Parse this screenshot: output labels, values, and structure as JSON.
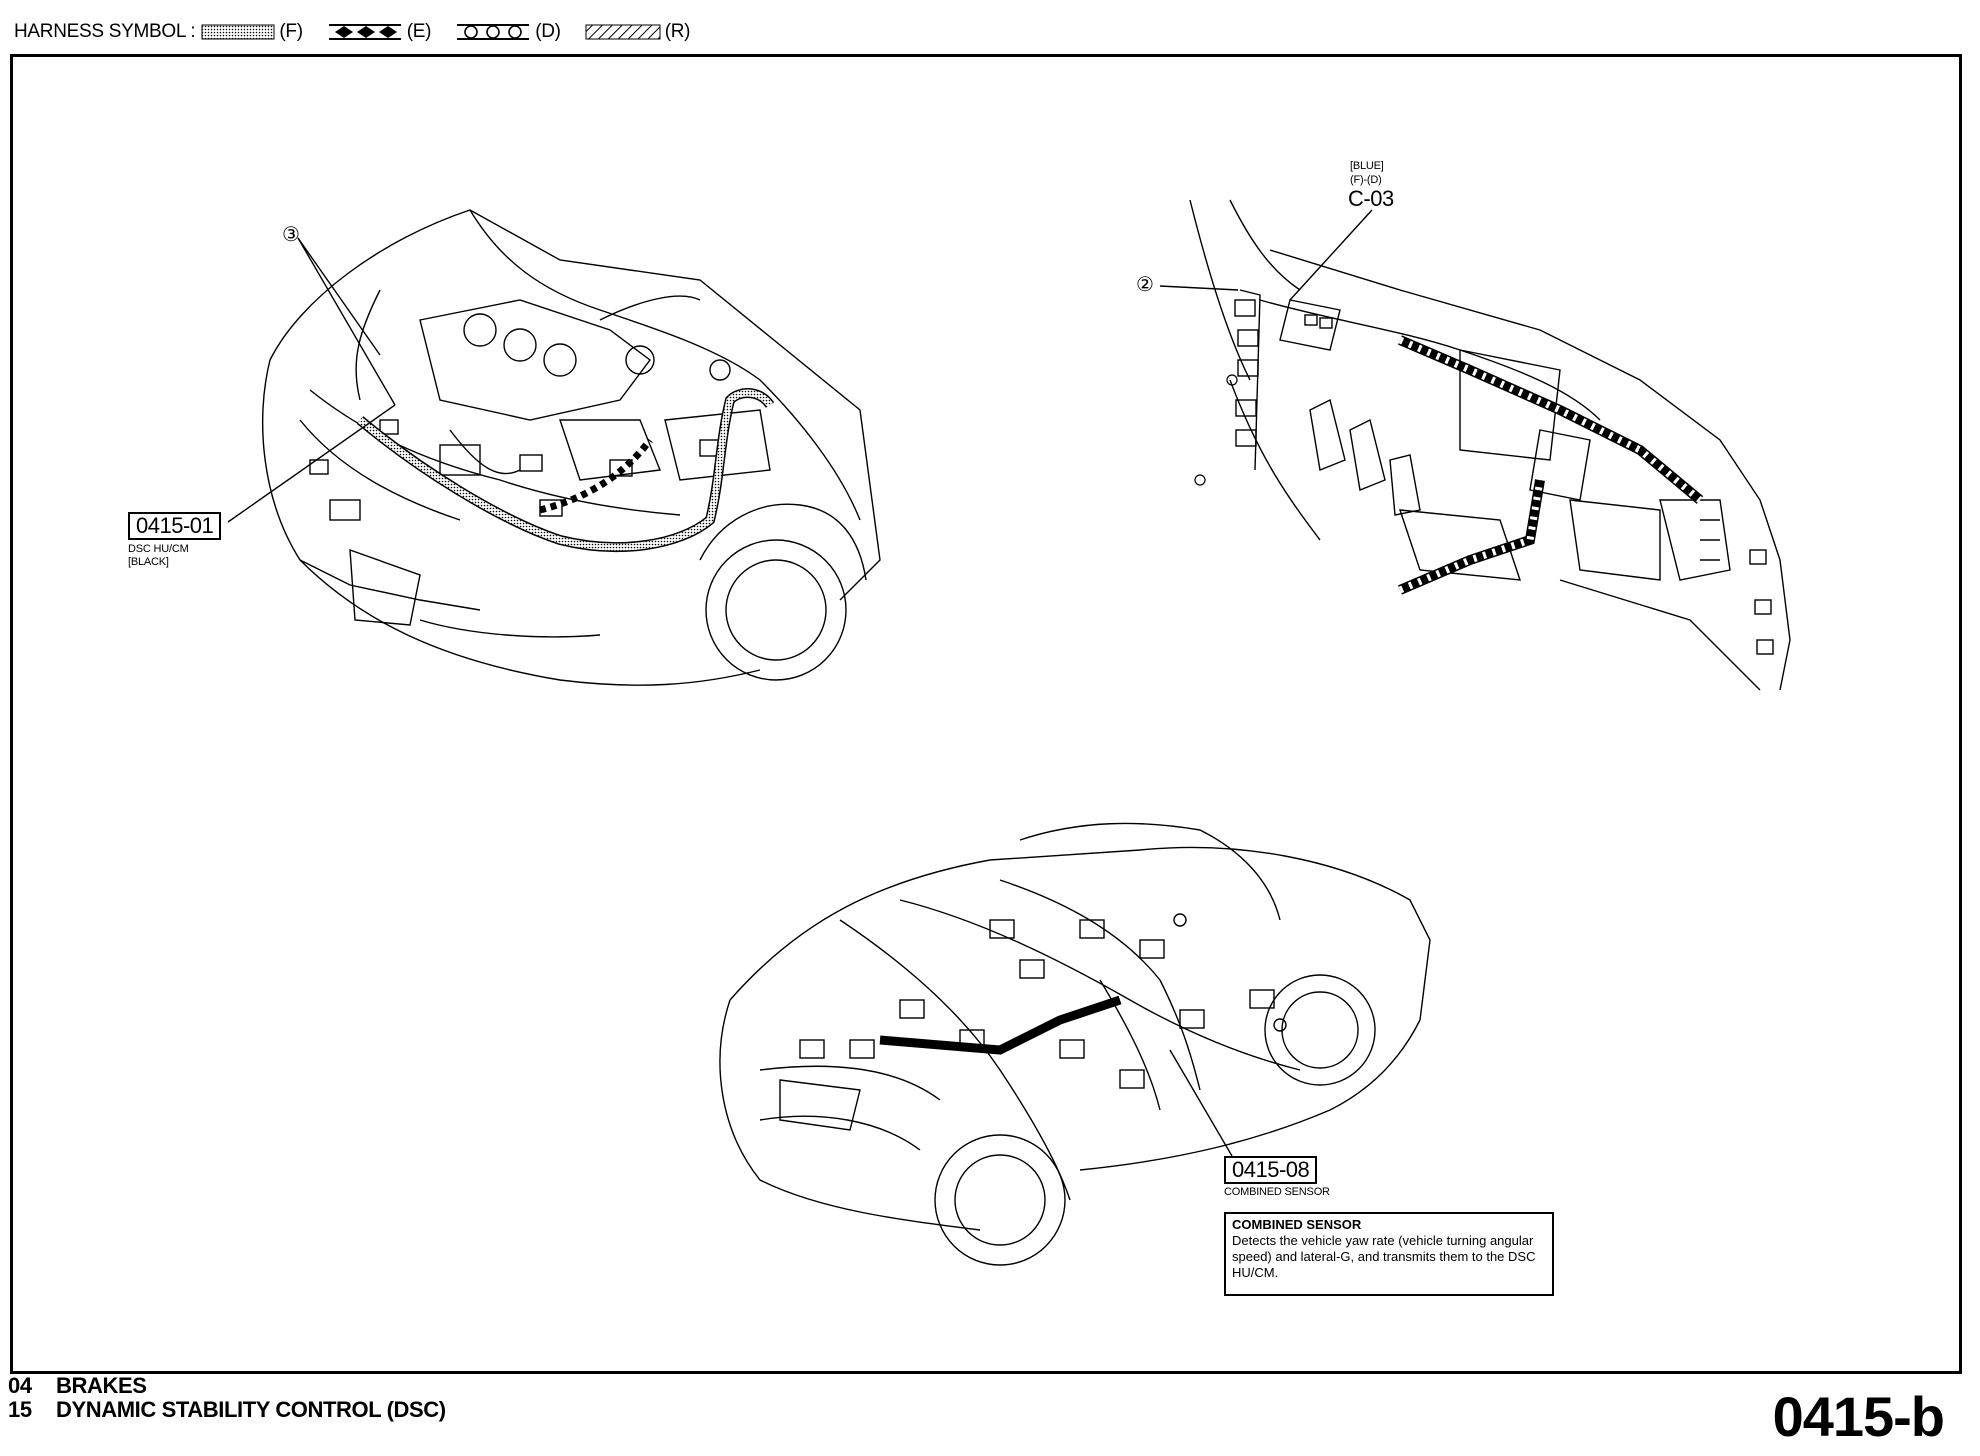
{
  "legend": {
    "title": "HARNESS SYMBOL :",
    "items": [
      {
        "code": "(F)",
        "pattern": "dotted"
      },
      {
        "code": "(E)",
        "pattern": "diamonds"
      },
      {
        "code": "(D)",
        "pattern": "circles"
      },
      {
        "code": "(R)",
        "pattern": "hatched"
      }
    ]
  },
  "callouts": {
    "engine": {
      "marker": "③",
      "ref": "0415-01",
      "desc_line1": "DSC HU/CM",
      "desc_line2": "[BLACK]"
    },
    "dash": {
      "marker": "②",
      "color": "[BLUE]",
      "harness": "(F)-(D)",
      "code": "C-03"
    },
    "body": {
      "ref": "0415-08",
      "desc": "COMBINED SENSOR"
    }
  },
  "info": {
    "title": "COMBINED SENSOR",
    "text": "Detects the vehicle yaw rate (vehicle turning angular speed) and lateral-G, and transmits them to the DSC HU/CM."
  },
  "footer": {
    "section_num": "04",
    "section": "BRAKES",
    "subsection_num": "15",
    "subsection": "DYNAMIC STABILITY CONTROL (DSC)",
    "page": "0415-b"
  }
}
